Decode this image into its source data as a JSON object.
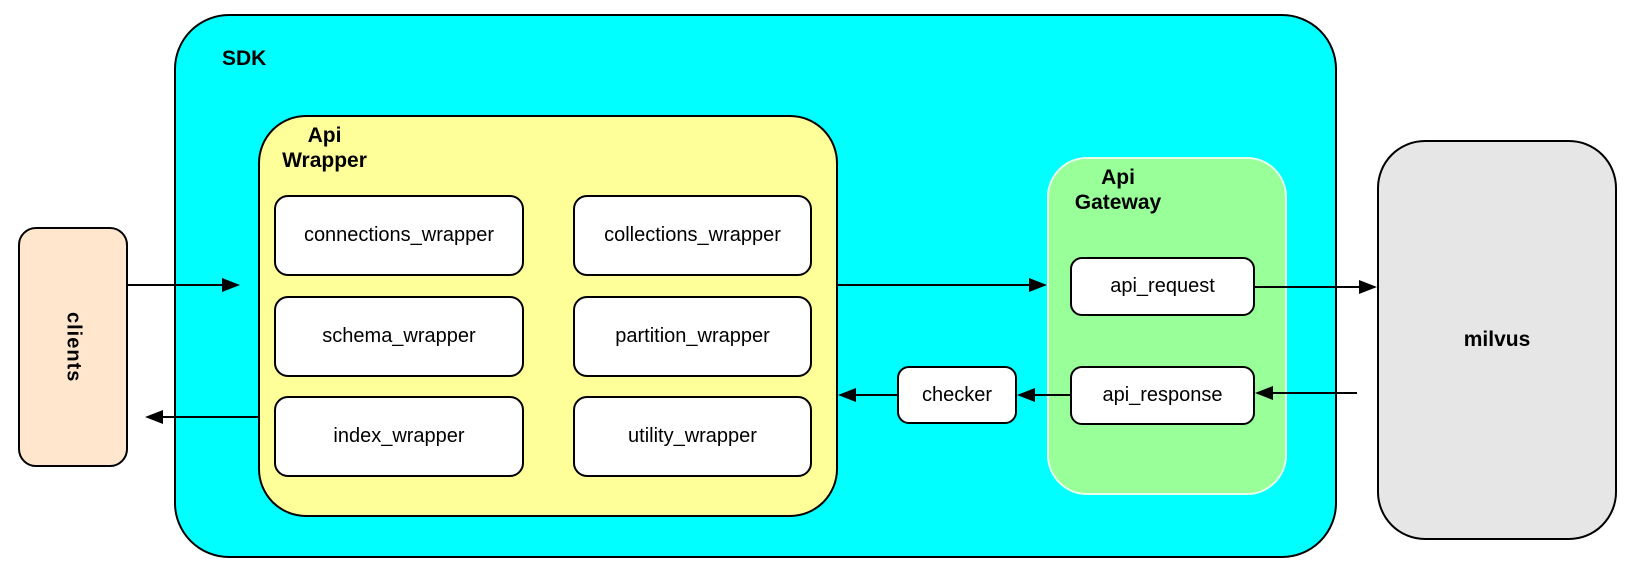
{
  "diagram": {
    "clients": {
      "label": "clients"
    },
    "sdk": {
      "label": "SDK",
      "api_wrapper": {
        "label_line1": "Api",
        "label_line2": "Wrapper",
        "modules_left": [
          "connections_wrapper",
          "schema_wrapper",
          "index_wrapper"
        ],
        "modules_right": [
          "collections_wrapper",
          "partition_wrapper",
          "utility_wrapper"
        ]
      },
      "checker": {
        "label": "checker"
      },
      "api_gateway": {
        "label_line1": "Api",
        "label_line2": "Gateway",
        "request_label": "api_request",
        "response_label": "api_response"
      }
    },
    "milvus": {
      "label": "milvus"
    },
    "colors": {
      "sdk_fill": "#00FFFF",
      "api_wrapper_fill": "#FFFF99",
      "api_gateway_fill": "#99FF99",
      "clients_fill": "#FFE6CC",
      "milvus_fill": "#E6E6E6",
      "module_fill": "#FFFFFF",
      "border": "#000000"
    }
  }
}
